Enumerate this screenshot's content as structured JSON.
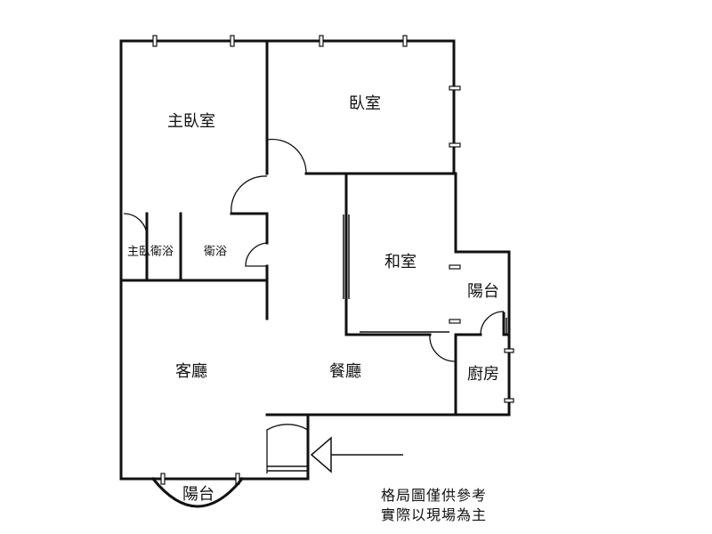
{
  "rooms": {
    "master_bedroom": "主臥室",
    "bedroom": "臥室",
    "master_bath": "主臥衛浴",
    "bath": "衛浴",
    "japanese_room": "和室",
    "balcony_side": "陽台",
    "living_room": "客廳",
    "dining_room": "餐廳",
    "kitchen": "廚房",
    "balcony_front": "陽台"
  },
  "note": {
    "line1": "格局圖僅供參考",
    "line2": "實際以現場為主"
  }
}
